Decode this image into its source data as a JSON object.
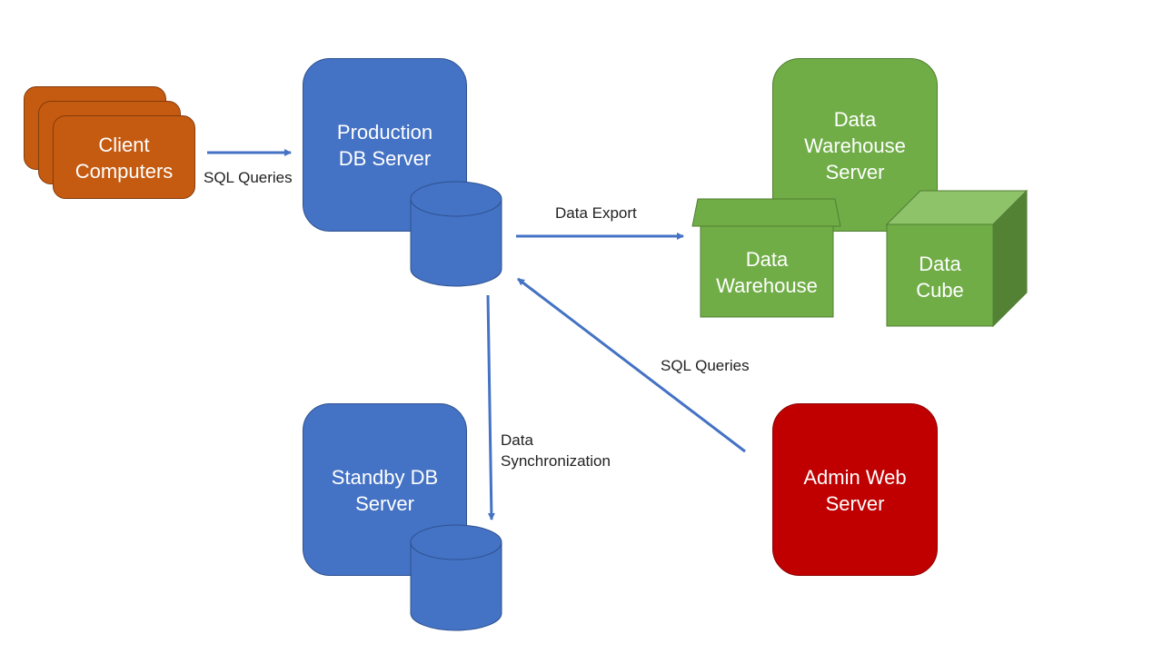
{
  "nodes": {
    "client": "Client\nComputers",
    "production": "Production\nDB Server",
    "standby": "Standby DB\nServer",
    "dw_server": "Data\nWarehouse\nServer",
    "data_warehouse": "Data\nWarehouse",
    "data_cube": "Data\nCube",
    "admin": "Admin Web\nServer"
  },
  "edges": {
    "client_to_production": "SQL Queries",
    "production_to_warehouse": "Data Export",
    "admin_to_production": "SQL Queries",
    "production_to_standby": "Data\nSynchronization"
  },
  "colors": {
    "blue": "#4472c4",
    "green": "#70ad47",
    "red": "#c00000",
    "orange": "#c55a11",
    "arrow": "#4472c4"
  }
}
